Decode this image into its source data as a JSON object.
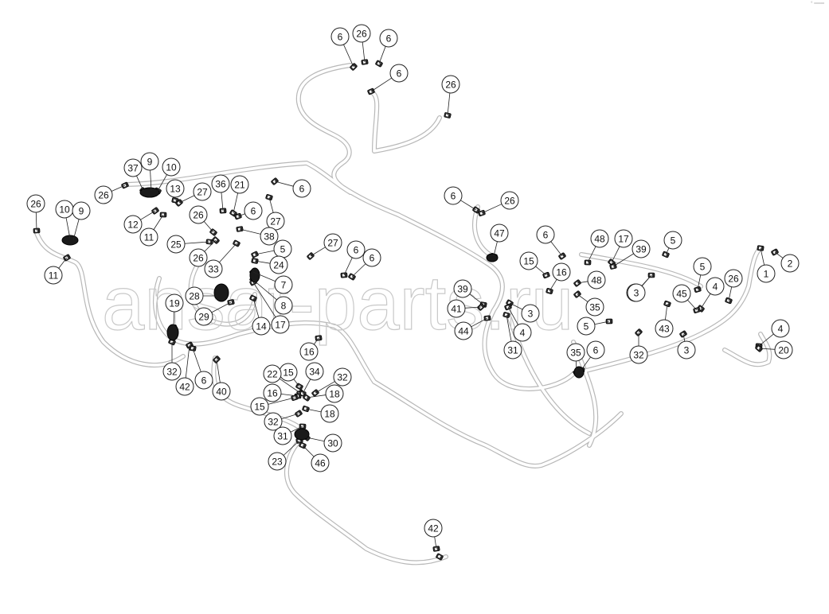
{
  "watermark": "ansat-parts.ru",
  "corner_mark": "° ═══",
  "callouts": [
    "6",
    "26",
    "6",
    "6",
    "26",
    "6",
    "26",
    "6",
    "26",
    "47",
    "6",
    "48",
    "17",
    "39",
    "5",
    "2",
    "1",
    "37",
    "9",
    "10",
    "26",
    "13",
    "27",
    "36",
    "21",
    "6",
    "27",
    "12",
    "11",
    "26",
    "10",
    "9",
    "11",
    "25",
    "26",
    "38",
    "33",
    "5",
    "24",
    "27",
    "6",
    "6",
    "15",
    "16",
    "48",
    "5",
    "4",
    "5",
    "26",
    "7",
    "28",
    "8",
    "29",
    "14",
    "17",
    "39",
    "41",
    "44",
    "3",
    "4",
    "31",
    "35",
    "5",
    "3",
    "45",
    "43",
    "3",
    "4",
    "20",
    "19",
    "32",
    "42",
    "6",
    "40",
    "16",
    "15",
    "22",
    "34",
    "32",
    "16",
    "18",
    "15",
    "18",
    "32",
    "31",
    "30",
    "23",
    "46",
    "35",
    "6",
    "32",
    "42"
  ],
  "diagram_type": "exploded parts diagram"
}
